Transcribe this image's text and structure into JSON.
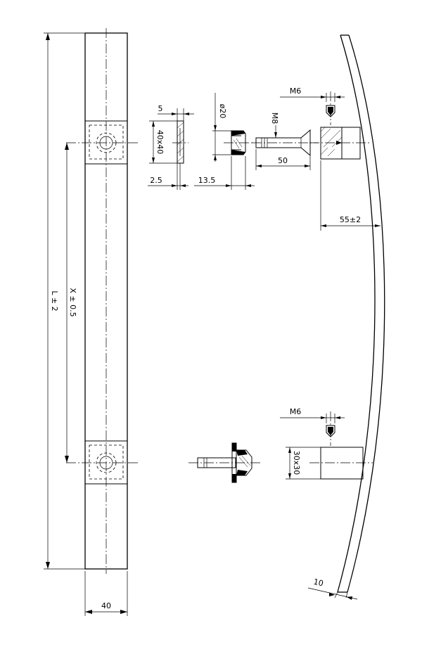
{
  "dimensions": {
    "overall_length": "L ± 2",
    "hole_distance": "X ± 0.5",
    "bar_width": "40",
    "plate_thickness": "5",
    "plate_size": "40x40",
    "recess_depth": "2.5",
    "spacer_diameter": "ø20",
    "spacer_length": "13.5",
    "bolt_thread": "M8",
    "bolt_length": "50",
    "set_screw_top": "M6",
    "set_screw_bottom": "M6",
    "handle_offset": "55±2",
    "post_size": "30x30",
    "end_angle": "10"
  }
}
